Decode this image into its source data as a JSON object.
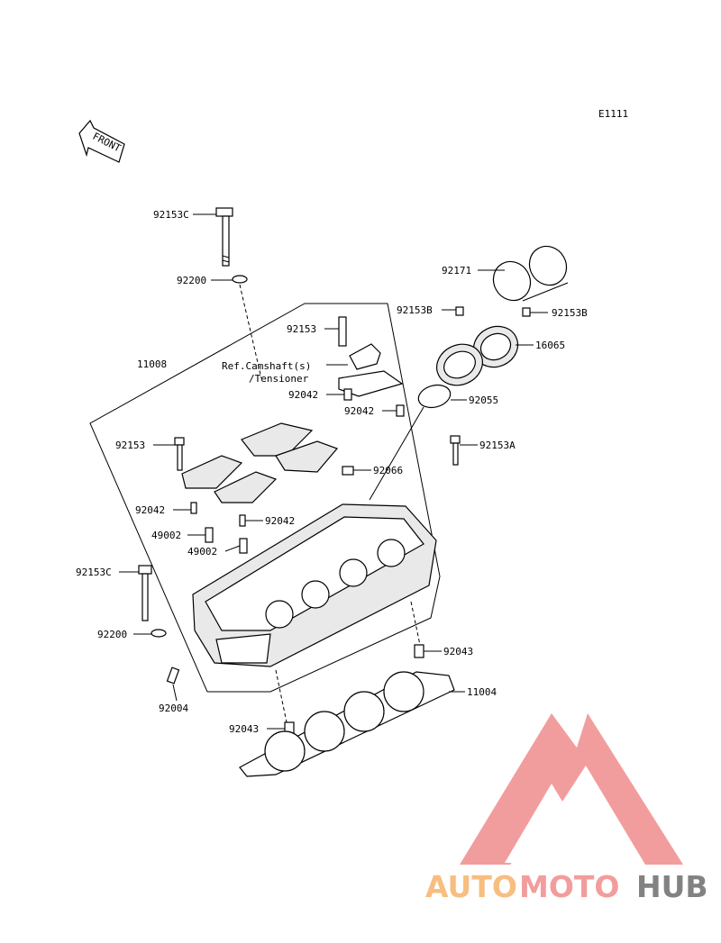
{
  "diagram_code": "E1111",
  "front_label": "FRONT",
  "parts": {
    "p92153C_top": "92153C",
    "p92200_top": "92200",
    "p92171": "92171",
    "p92153B_left": "92153B",
    "p92153B_right": "92153B",
    "p92153_upper": "92153",
    "p16065": "16065",
    "p11008": "11008",
    "ref_camshaft": "Ref.Camshaft(s)",
    "ref_tensioner": "/Tensioner",
    "p92042_a": "92042",
    "p92055": "92055",
    "p92042_b": "92042",
    "p92153_left": "92153",
    "p92153A": "92153A",
    "p92066": "92066",
    "p92042_c": "92042",
    "p92042_d": "92042",
    "p49002_a": "49002",
    "p49002_b": "49002",
    "p92153C_bottom": "92153C",
    "p92200_bottom": "92200",
    "p92043_right": "92043",
    "p11004": "11004",
    "p92004": "92004",
    "p92043_bottom": "92043"
  },
  "watermark": {
    "part1": "AUTO",
    "part2": "MOTO",
    "part3": "HUB",
    "color1": "#f6b36a",
    "color2": "#f08c8c",
    "color3": "#6d6d6d",
    "logo_color": "#f08c8c"
  }
}
